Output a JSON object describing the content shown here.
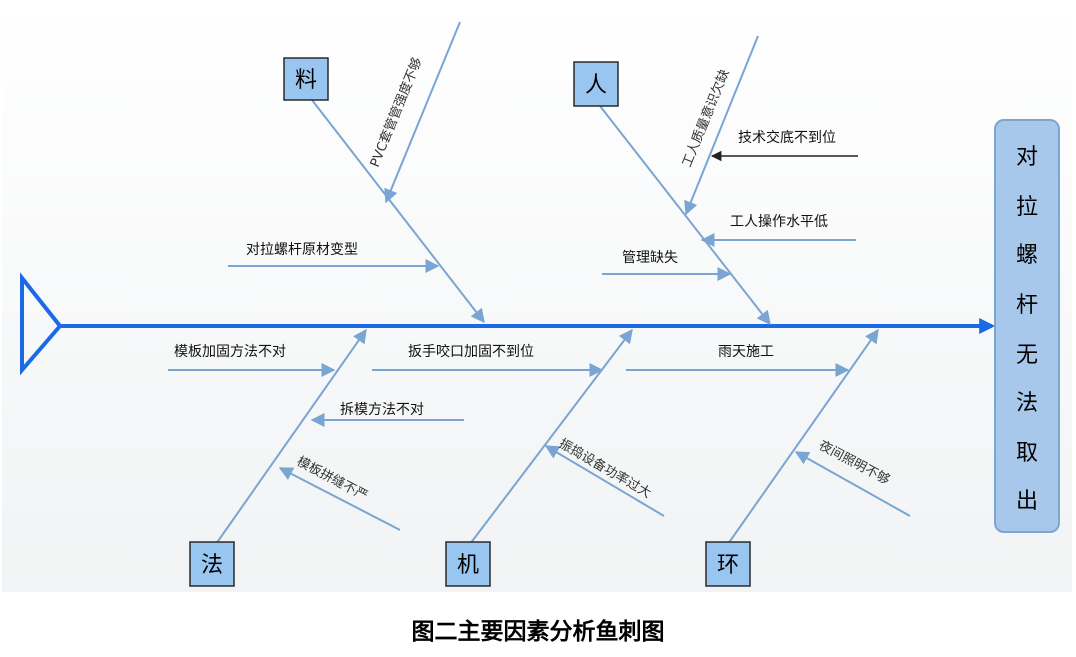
{
  "effect": {
    "chars": [
      "对",
      "拉",
      "螺",
      "杆",
      "无",
      "法",
      "取",
      "出"
    ]
  },
  "categories": {
    "material": "料",
    "people": "人",
    "method": "法",
    "machine": "机",
    "environment": "环"
  },
  "causes": {
    "pvc": "PVC套管管强度不够",
    "rod_deform": "对拉螺杆原材变型",
    "awareness": "工人质量意识欠缺",
    "briefing": "技术交底不到位",
    "skill": "工人操作水平低",
    "management": "管理缺失",
    "reinforce_method": "模板加固方法不对",
    "wrench": "扳手咬口加固不到位",
    "rain": "雨天施工",
    "remove_method": "拆模方法不对",
    "seam": "模板拼缝不严",
    "vibrator": "振捣设备功率过大",
    "lighting": "夜间照明不够"
  },
  "caption": "图二主要因素分析鱼刺图",
  "colors": {
    "spine": "#1a6ae6",
    "bone": "#7aa5d2",
    "box_fill": "#99c6f0",
    "effect_fill": "#a7c8ea"
  }
}
